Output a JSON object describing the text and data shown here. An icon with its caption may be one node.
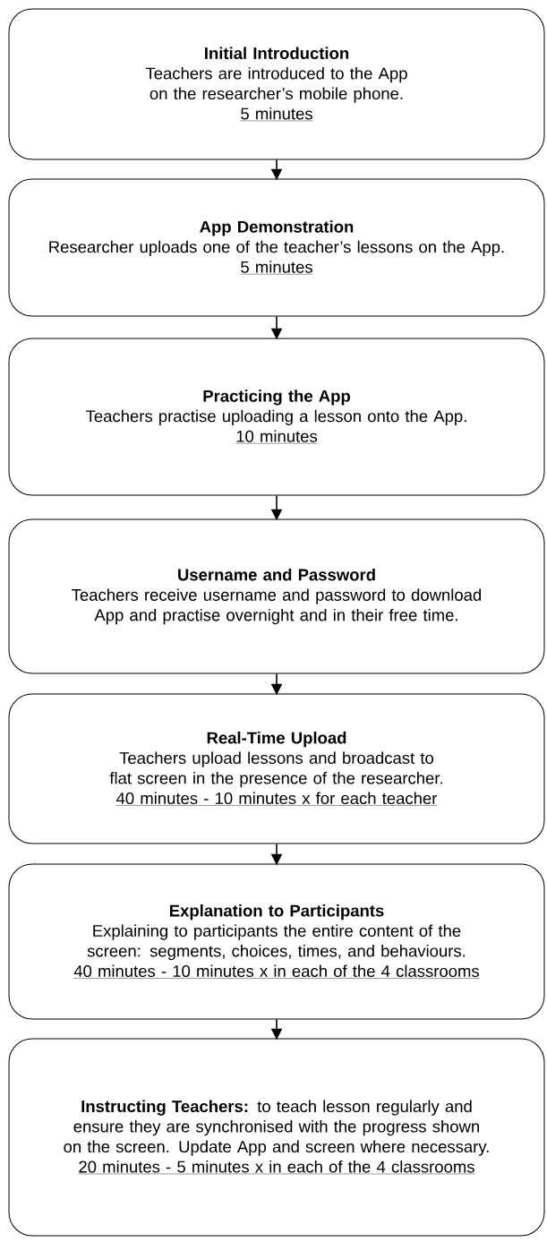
{
  "diagram": {
    "nodes": [
      {
        "text": [
          "Initial Introduction",
          "Teachers are introduced to the App on the researcher’s mobile phone.",
          "5 minutes"
        ]
      },
      {
        "text": [
          "App Demonstration",
          "Researcher uploads one of the teacher’s lessons on the App.",
          "5 minutes"
        ]
      },
      {
        "text": [
          "Practicing the App",
          "Teachers practise uploading a lesson onto the App.",
          "10 minutes"
        ]
      },
      {
        "text": [
          "Username and Password",
          "Teachers receive username and password to download App and practise overnight and in their free time."
        ]
      },
      {
        "text": [
          "Real-Time Upload",
          "Teachers upload lessons and broadcast to flat screen in the presence of the researcher.",
          "40 minutes - 10 minutes x for each teacher"
        ]
      },
      {
        "text": [
          "Explanation to Participants",
          "Explaining to participants the entire content of the screen: segments, choices, times, and behaviours.",
          "40 minutes - 10 minutes x in each of the 4 classrooms"
        ]
      },
      {
        "text": [
          "**Instructing Teachers:** to teach lesson regularly and ensure they are synchronised with the progress shown on the screen. Update App and screen where necessary.",
          "20 minutes - 5 minutes x in each of the 4 classrooms"
        ]
      }
    ],
    "edges": [
      {
        "from": 0,
        "to": 1,
        "arrow": "to"
      },
      {
        "from": 1,
        "to": 2,
        "arrow": "to"
      },
      {
        "from": 2,
        "to": 3,
        "arrow": "to"
      },
      {
        "from": 3,
        "to": 4,
        "arrow": "to"
      },
      {
        "from": 4,
        "to": 5,
        "arrow": "to"
      },
      {
        "from": 5,
        "to": 6,
        "arrow": "to"
      }
    ]
  }
}
